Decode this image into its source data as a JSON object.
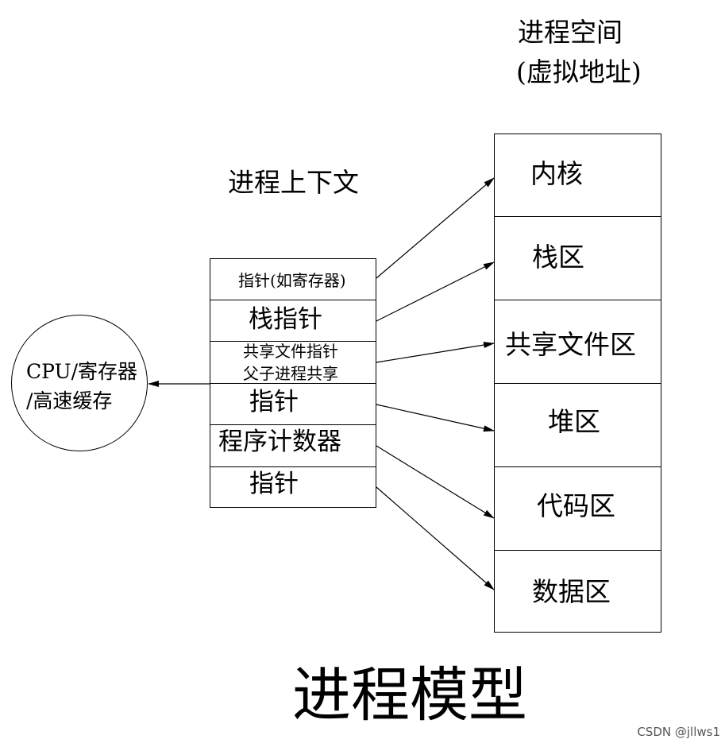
{
  "process_space": {
    "title": "进程空间",
    "subtitle": "(虚拟地址)",
    "regions": [
      "内核",
      "栈区",
      "共享文件区",
      "堆区",
      "代码区",
      "数据区"
    ]
  },
  "process_context": {
    "title": "进程上下文",
    "rows": {
      "pointer_registers": "指针(如寄存器)",
      "stack_pointer": "栈指针",
      "shared_file_pointer": "共享文件指针",
      "parent_child_shared": "父子进程共享",
      "pointer": "指针",
      "program_counter": "程序计数器",
      "pointer2": "指针"
    }
  },
  "cpu": {
    "line1": "CPU/寄存器",
    "line2": "/高速缓存"
  },
  "main_title": "进程模型",
  "watermark": "CSDN @jllws1"
}
